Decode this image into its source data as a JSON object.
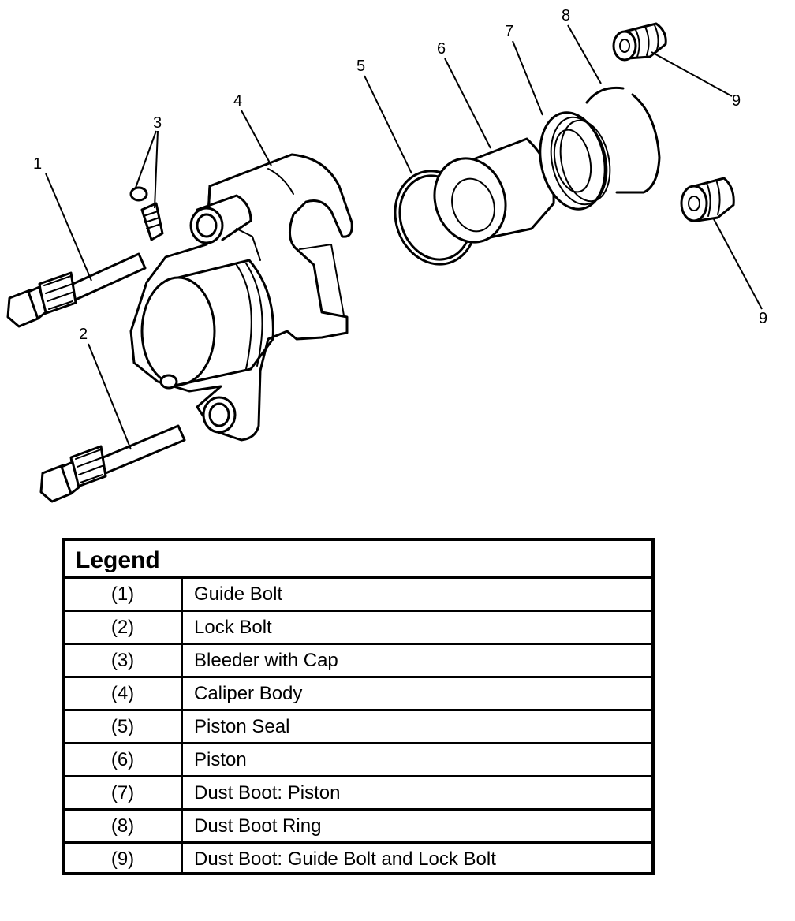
{
  "callouts": [
    "1",
    "2",
    "3",
    "4",
    "5",
    "6",
    "7",
    "8",
    "9",
    "9"
  ],
  "legend": {
    "title": "Legend",
    "rows": [
      {
        "num": "(1)",
        "text": "Guide Bolt"
      },
      {
        "num": "(2)",
        "text": "Lock Bolt"
      },
      {
        "num": "(3)",
        "text": "Bleeder with Cap"
      },
      {
        "num": "(4)",
        "text": "Caliper Body"
      },
      {
        "num": "(5)",
        "text": "Piston Seal"
      },
      {
        "num": "(6)",
        "text": "Piston"
      },
      {
        "num": "(7)",
        "text": "Dust Boot: Piston"
      },
      {
        "num": "(8)",
        "text": "Dust Boot Ring"
      },
      {
        "num": "(9)",
        "text": "Dust Boot: Guide Bolt and Lock Bolt"
      }
    ]
  }
}
